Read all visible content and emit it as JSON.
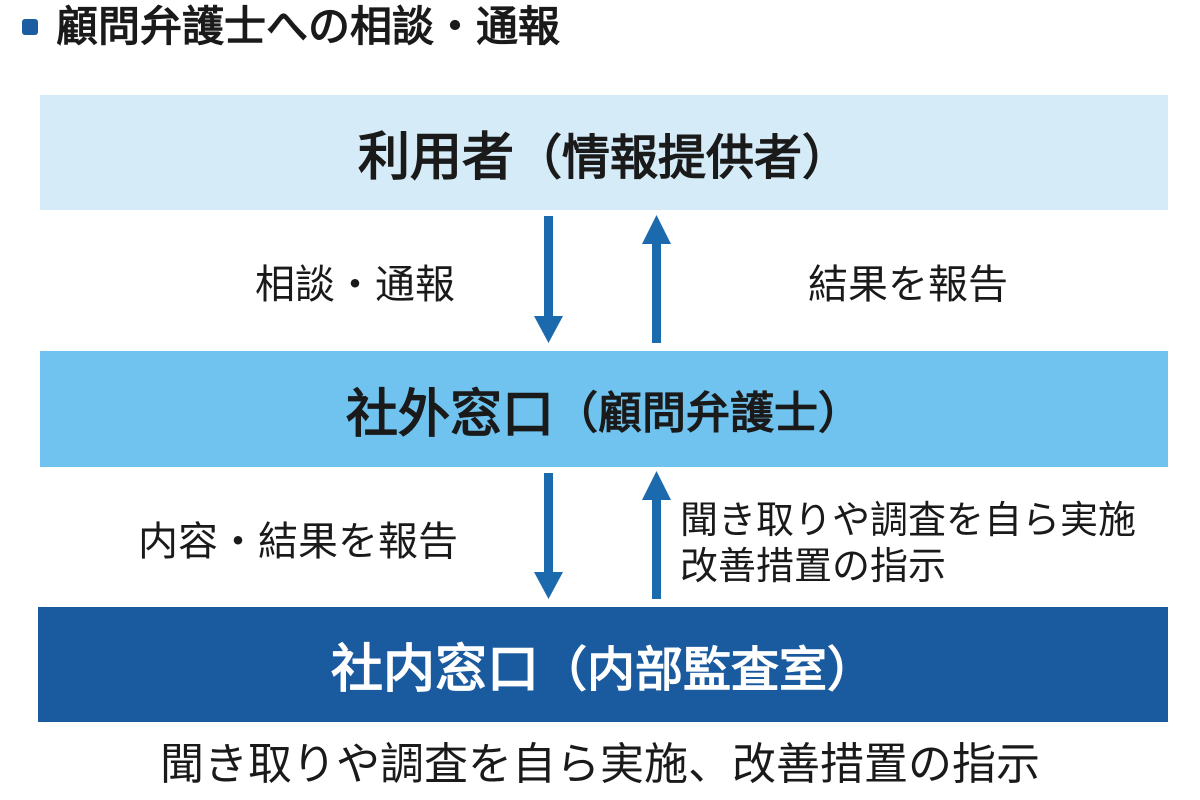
{
  "header": {
    "title": "顧問弁護士への相談・通報"
  },
  "boxes": {
    "user": {
      "main": "利用者",
      "sub": "（情報提供者）"
    },
    "external": {
      "main": "社外窓口",
      "sub": "（顧問弁護士）"
    },
    "internal": {
      "main": "社内窓口",
      "sub": "（内部監査室）"
    }
  },
  "flows": {
    "user_to_external": "相談・通報",
    "external_to_user": "結果を報告",
    "external_to_internal": "内容・結果を報告",
    "internal_instructions": [
      "聞き取りや調査を自ら実施",
      "改善措置の指示"
    ]
  },
  "footer": {
    "note": "聞き取りや調査を自ら実施、改善措置の指示"
  },
  "colors": {
    "bullet": "#1b5da0",
    "box_user": "#d5ebf8",
    "box_external": "#6fc3ee",
    "box_internal": "#1a5a9e",
    "arrow": "#1a6aad"
  }
}
